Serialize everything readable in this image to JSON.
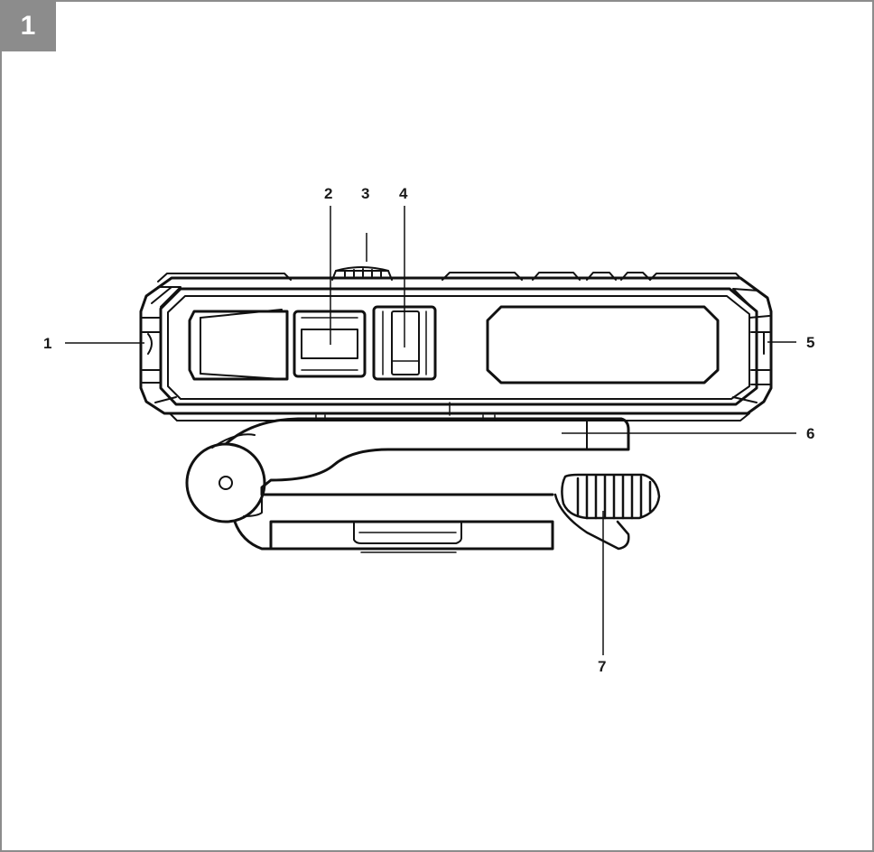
{
  "figure": {
    "number": "1"
  },
  "callouts": [
    {
      "id": "1",
      "label": "1"
    },
    {
      "id": "2",
      "label": "2"
    },
    {
      "id": "3",
      "label": "3"
    },
    {
      "id": "4",
      "label": "4"
    },
    {
      "id": "5",
      "label": "5"
    },
    {
      "id": "6",
      "label": "6"
    },
    {
      "id": "7",
      "label": "7"
    }
  ]
}
